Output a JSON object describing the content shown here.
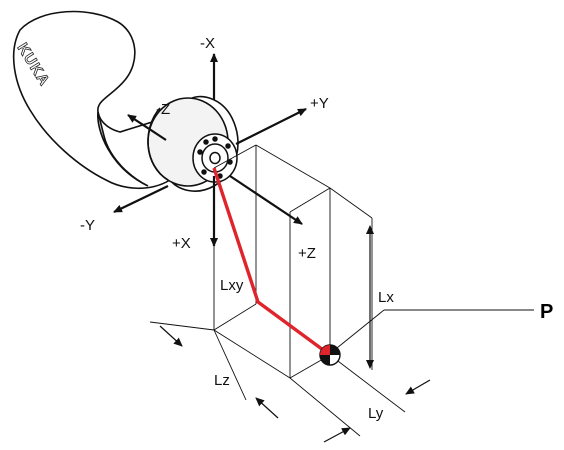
{
  "brand": {
    "logo_text": "KUKA"
  },
  "axes": {
    "neg_x": "-X",
    "pos_x": "+X",
    "neg_y": "-Y",
    "pos_y": "+Y",
    "neg_z": "-Z",
    "pos_z": "+Z"
  },
  "dimensions": {
    "lx": "Lx",
    "ly": "Ly",
    "lz": "Lz",
    "lxy": "Lxy"
  },
  "point": {
    "label": "P"
  },
  "colors": {
    "path": "#e0242b",
    "line": "#111111"
  }
}
